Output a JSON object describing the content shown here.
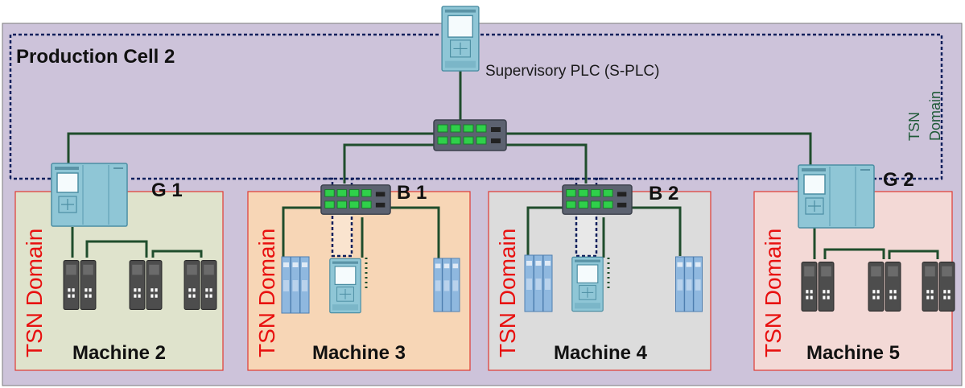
{
  "production_cell": {
    "title": "Production Cell 2",
    "tsn_domain_label_line1": "TSN",
    "tsn_domain_label_line2": "Domain"
  },
  "supervisory": {
    "label": "Supervisory PLC (S-PLC)"
  },
  "gateways": [
    {
      "id": "g1",
      "label": "G 1"
    },
    {
      "id": "g2",
      "label": "G 2"
    }
  ],
  "bridges": [
    {
      "id": "b1",
      "label": "B 1"
    },
    {
      "id": "b2",
      "label": "B 2"
    }
  ],
  "machines": [
    {
      "id": "m2",
      "title": "Machine 2",
      "tsn_label": "TSN Domain",
      "bg": "#dfe3cc"
    },
    {
      "id": "m3",
      "title": "Machine 3",
      "tsn_label": "TSN Domain",
      "bg": "#f7d6b6"
    },
    {
      "id": "m4",
      "title": "Machine 4",
      "tsn_label": "TSN Domain",
      "bg": "#dcdcdc"
    },
    {
      "id": "m5",
      "title": "Machine 5",
      "tsn_label": "TSN Domain",
      "bg": "#f3d9d6"
    }
  ],
  "colors": {
    "cell_background": "#cdc3da",
    "tsn_border": "#0e1f5c",
    "machine_border": "#e03a32",
    "tsn_text": "#e8100f",
    "wire": "#1f4d2c",
    "plc_body": "#8fc6d6",
    "switch_body": "#5c6270",
    "switch_port": "#2fd04a",
    "io_module": "#4d4d4d",
    "drive_module": "#8fb8df"
  },
  "icons": {
    "plc": "plc-controller-icon",
    "switch": "network-switch-icon",
    "io": "io-module-icon",
    "drive": "drive-module-icon"
  }
}
